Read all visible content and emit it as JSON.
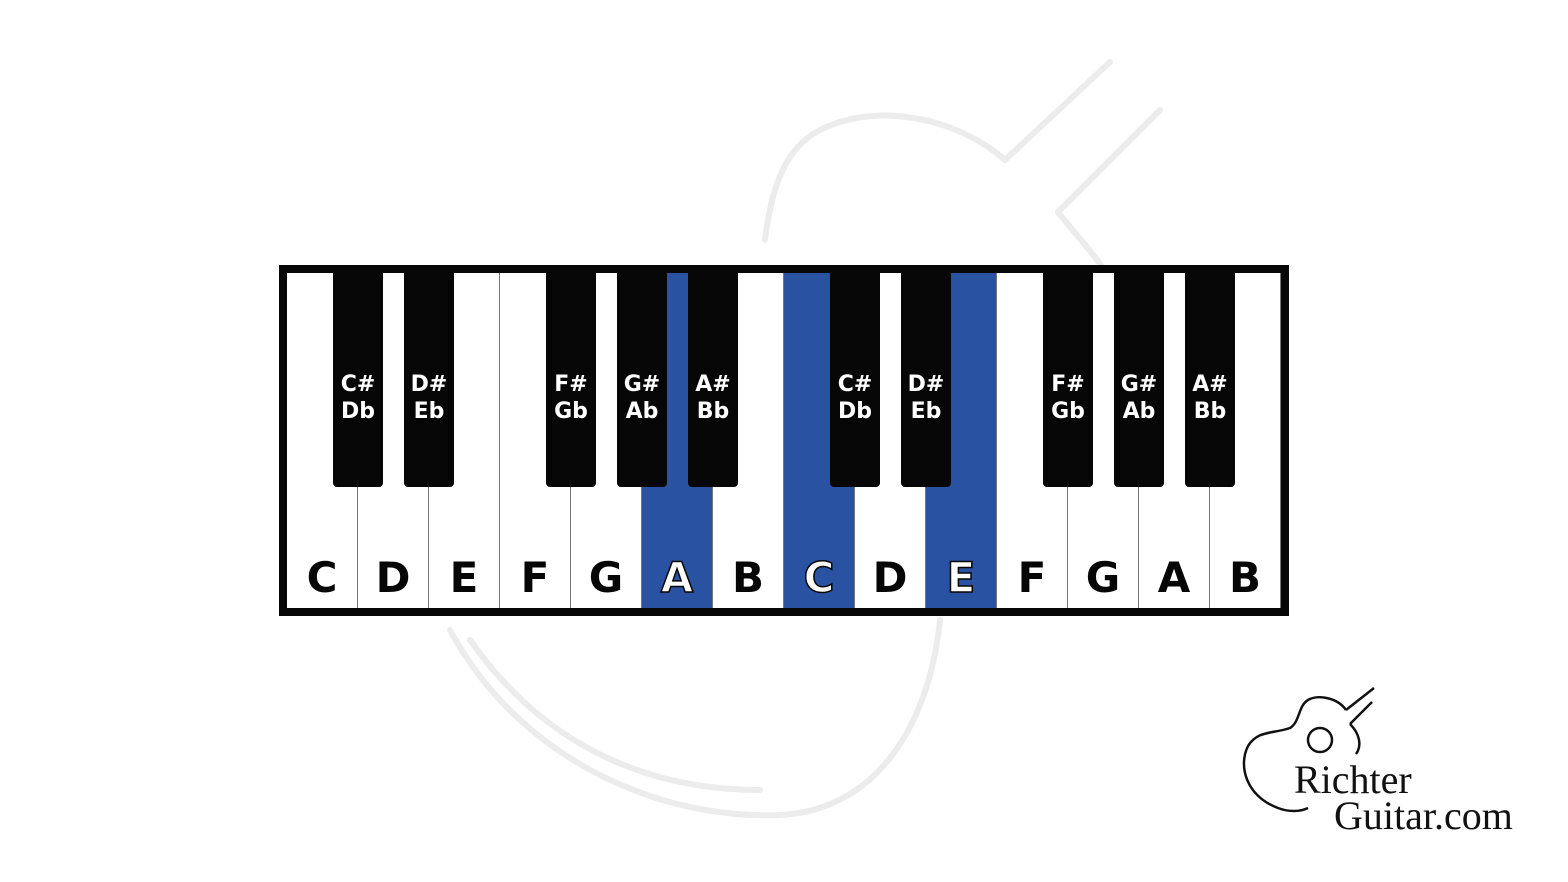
{
  "colors": {
    "highlight": "#2a52a3",
    "black_key": "#060606",
    "white_key": "#ffffff",
    "watermark": "#ececec"
  },
  "white_keys": [
    {
      "note": "C",
      "highlighted": false
    },
    {
      "note": "D",
      "highlighted": false
    },
    {
      "note": "E",
      "highlighted": false
    },
    {
      "note": "F",
      "highlighted": false
    },
    {
      "note": "G",
      "highlighted": false
    },
    {
      "note": "A",
      "highlighted": true
    },
    {
      "note": "B",
      "highlighted": false
    },
    {
      "note": "C",
      "highlighted": true
    },
    {
      "note": "D",
      "highlighted": false
    },
    {
      "note": "E",
      "highlighted": true
    },
    {
      "note": "F",
      "highlighted": false
    },
    {
      "note": "G",
      "highlighted": false
    },
    {
      "note": "A",
      "highlighted": false
    },
    {
      "note": "B",
      "highlighted": false
    }
  ],
  "black_keys": [
    {
      "sharp": "C#",
      "flat": "Db"
    },
    {
      "sharp": "D#",
      "flat": "Eb"
    },
    {
      "sharp": "F#",
      "flat": "Gb"
    },
    {
      "sharp": "G#",
      "flat": "Ab"
    },
    {
      "sharp": "A#",
      "flat": "Bb"
    },
    {
      "sharp": "C#",
      "flat": "Db"
    },
    {
      "sharp": "D#",
      "flat": "Eb"
    },
    {
      "sharp": "F#",
      "flat": "Gb"
    },
    {
      "sharp": "G#",
      "flat": "Ab"
    },
    {
      "sharp": "A#",
      "flat": "Bb"
    }
  ],
  "logo": {
    "line1": "Richter",
    "line2": "Guitar.com",
    "icon": "guitar-outline-icon"
  }
}
